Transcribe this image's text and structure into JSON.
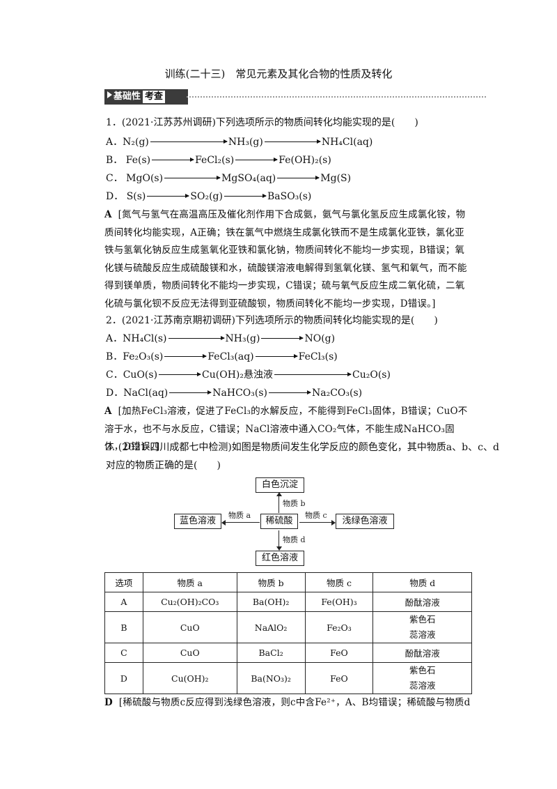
{
  "title": "训练(二十三)　常见元素及其化合物的性质及转化",
  "section": {
    "icon": "play-icon",
    "label_dark": "基础性",
    "label_light": "考查"
  },
  "q1": {
    "stem": "1．(2021·江苏苏州调研)下列选项所示的物质间转化均能实现的是(　　)",
    "options": [
      {
        "key": "A．",
        "parts": [
          "N₂(g)",
          "NH₃(g)",
          "NH₄Cl(aq)"
        ]
      },
      {
        "key": "B．",
        "parts": [
          "Fe(s)",
          "FeCl₂(s)",
          "Fe(OH)₂(s)"
        ]
      },
      {
        "key": "C．",
        "parts": [
          "MgO(s)",
          "MgSO₄(aq)",
          "Mg(S)"
        ]
      },
      {
        "key": "D．",
        "parts": [
          "S(s)",
          "SO₂(g)",
          "BaSO₃(s)"
        ]
      }
    ],
    "answer": "A",
    "explanation": "[氮气与氢气在高温高压及催化剂作用下合成氨，氨气与氯化氢反应生成氯化铵，物质间转化均能实现，A正确；铁在氯气中燃烧生成氯化铁而不是生成氯化亚铁，氯化亚铁与氢氧化钠反应生成氢氧化亚铁和氯化钠，物质间转化不能均一步实现，B错误；氧化镁与硫酸反应生成硫酸镁和水，硫酸镁溶液电解得到氢氧化镁、氢气和氧气，而不能得到镁单质，物质间转化不能均一步实现，C错误；硫与氧气反应生成二氧化硫，二氧化硫与氯化钡不反应无法得到亚硫酸钡，物质间转化不能均一步实现，D错误。]"
  },
  "q2": {
    "stem": "2．(2021·江苏南京期初调研)下列选项所示的物质间转化均能实现的是(　　)",
    "options": [
      {
        "key": "A．",
        "parts": [
          "NH₄Cl(s)",
          "NH₃(g)",
          "NO(g)"
        ]
      },
      {
        "key": "B．",
        "parts": [
          "Fe₂O₃(s)",
          "FeCl₃(aq)",
          "FeCl₃(s)"
        ]
      },
      {
        "key": "C．",
        "parts": [
          "CuO(s)",
          "Cu(OH)₂悬浊液",
          "Cu₂O(s)"
        ]
      },
      {
        "key": "D．",
        "parts": [
          "NaCl(aq)",
          "NaHCO₃(s)",
          "Na₂CO₃(s)"
        ]
      }
    ],
    "answer": "A",
    "explanation": "[加热FeCl₃溶液，促进了FeCl₃的水解反应，不能得到FeCl₃固体，B错误；CuO不溶于水，也不与水反应，C错误；NaCl溶液中通入CO₂气体，不能生成NaHCO₃固体，D错误。]"
  },
  "q3": {
    "stem_line1": "3. (2021·四川成都七中检测)如图是物质间发生化学反应的颜色变化，其中物质a、b、c、d",
    "stem_line2": "对应的物质正确的是(　　)",
    "diagram": {
      "center": "稀硫酸",
      "top": "白色沉淀",
      "left": "蓝色溶液",
      "right": "浅绿色溶液",
      "bottom": "红色溶液",
      "label_a": "物质 a",
      "label_b": "物质 b",
      "label_c": "物质 c",
      "label_d": "物质 d"
    },
    "table": {
      "headers": [
        "选项",
        "物质 a",
        "物质 b",
        "物质 c",
        "物质 d"
      ],
      "rows": [
        {
          "opt": "A",
          "a": "Cu₂(OH)₂CO₃",
          "b": "Ba(OH)₂",
          "c": "Fe(OH)₃",
          "d1": "酚酞溶液",
          "d2": ""
        },
        {
          "opt": "B",
          "a": "CuO",
          "b": "NaAlO₂",
          "c": "Fe₂O₃",
          "d1": "紫色石",
          "d2": "蕊溶液"
        },
        {
          "opt": "C",
          "a": "CuO",
          "b": "BaCl₂",
          "c": "FeO",
          "d1": "酚酞溶液",
          "d2": ""
        },
        {
          "opt": "D",
          "a": "Cu(OH)₂",
          "b": "Ba(NO₃)₂",
          "c": "FeO",
          "d1": "紫色石",
          "d2": "蕊溶液"
        }
      ]
    },
    "answer": "D",
    "explanation": "[稀硫酸与物质c反应得到浅绿色溶液，则c中含Fe²⁺，A、B均错误；稀硫酸与物质d"
  }
}
